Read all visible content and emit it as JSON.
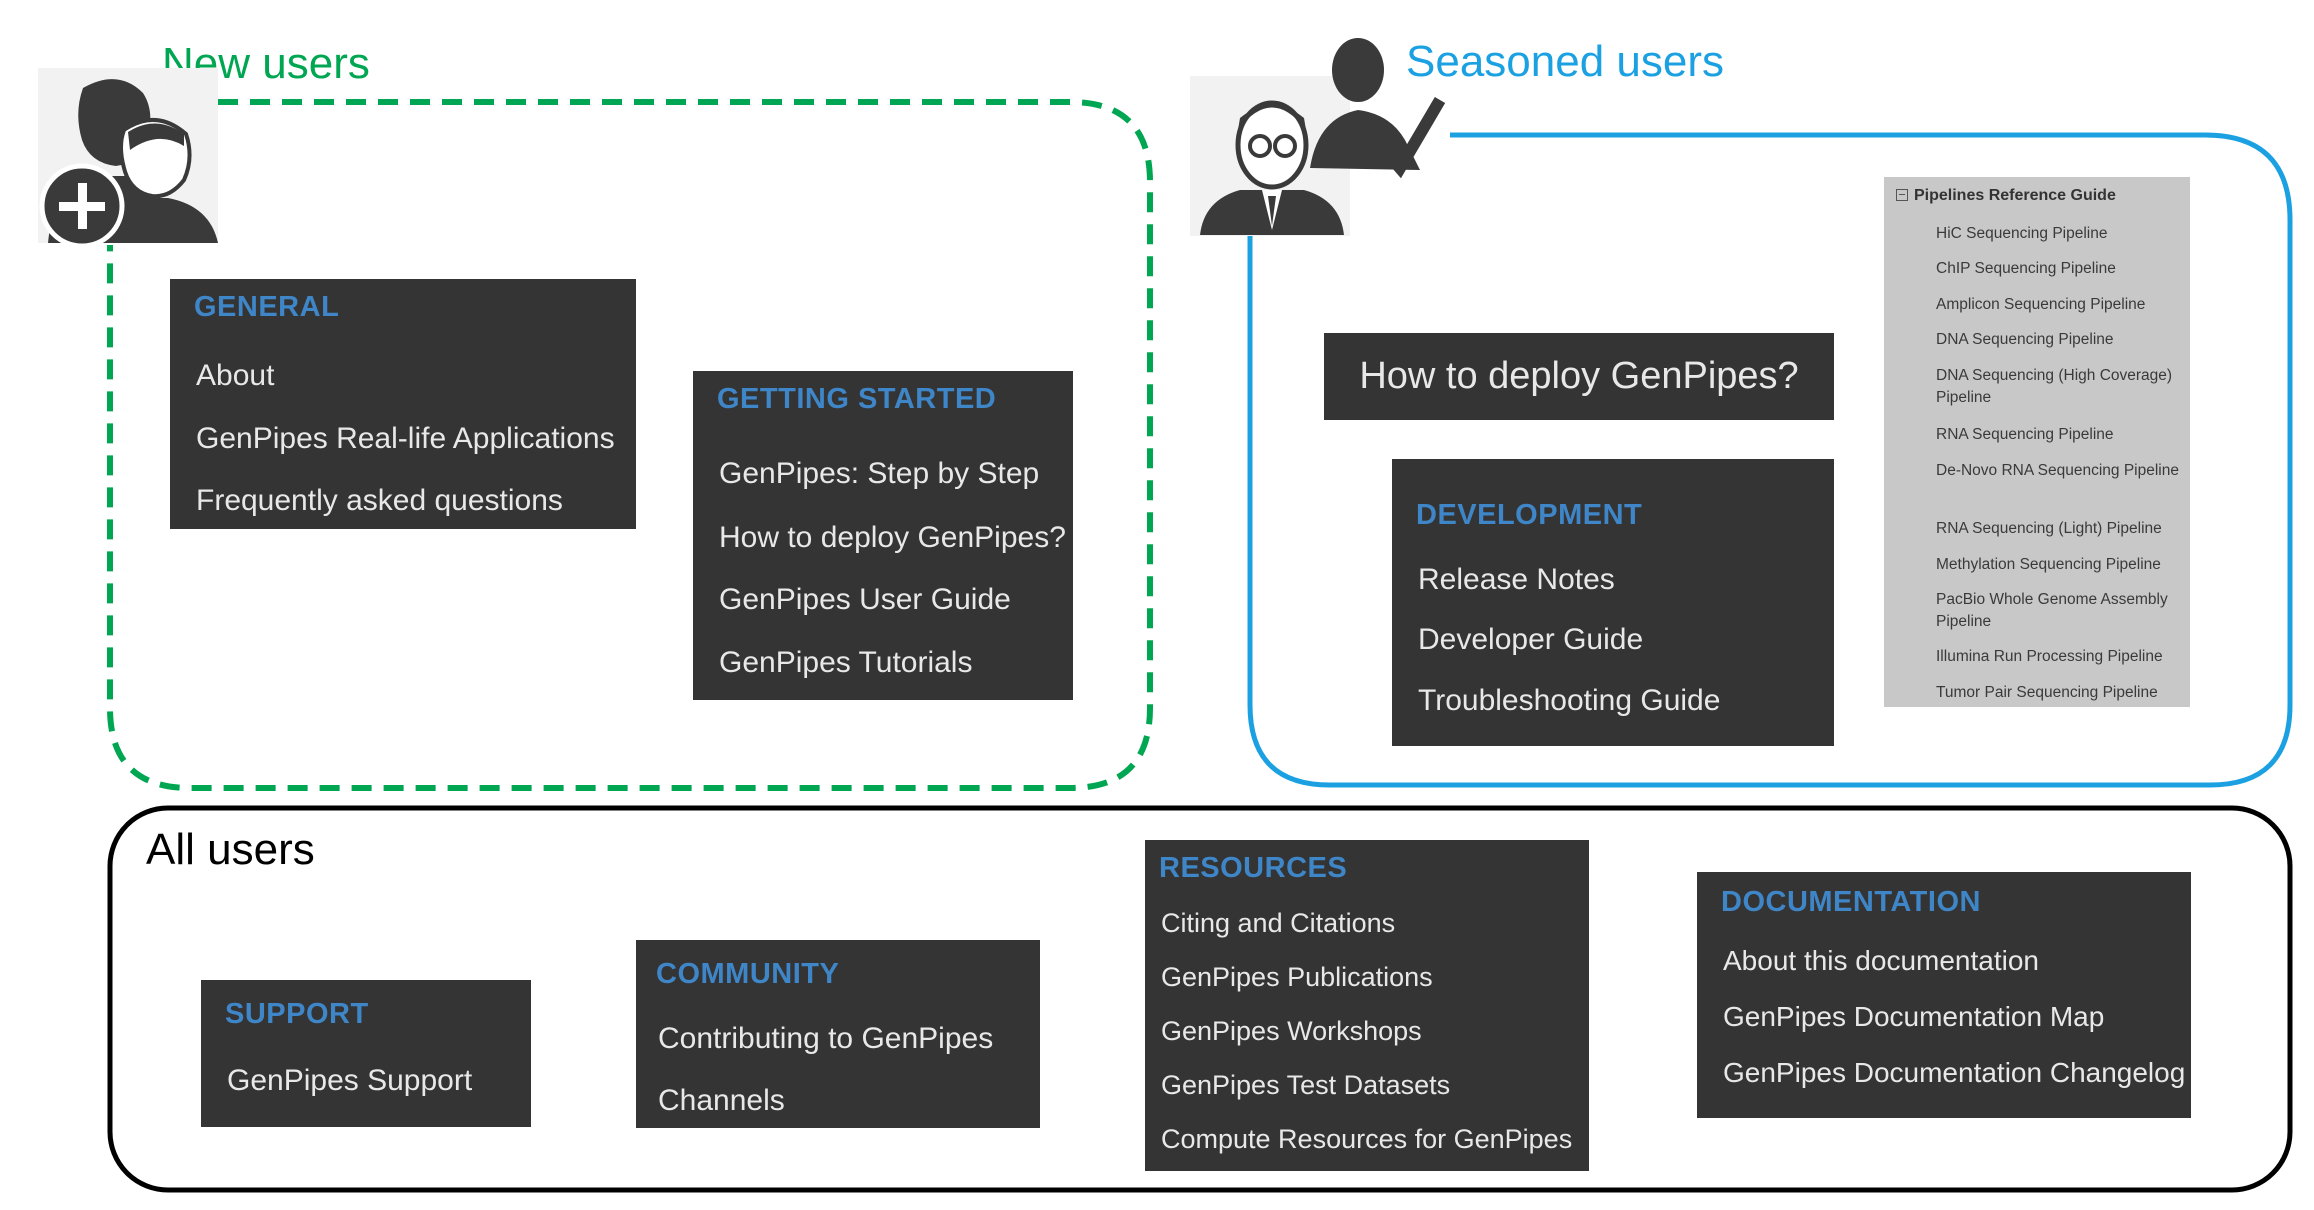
{
  "regions": {
    "new_users": {
      "title": "New users",
      "color": "#00a651"
    },
    "seasoned_users": {
      "title": "Seasoned users",
      "color": "#1ba1e2"
    },
    "all_users": {
      "title": "All users",
      "color": "#000000"
    }
  },
  "menus": {
    "general": {
      "header": "GENERAL",
      "items": [
        "About",
        "GenPipes Real-life Applications",
        "Frequently asked questions"
      ]
    },
    "getting_started": {
      "header": "GETTING STARTED",
      "items": [
        "GenPipes: Step by Step",
        "How to deploy GenPipes?",
        "GenPipes User Guide",
        "GenPipes Tutorials"
      ]
    },
    "deploy_caption": "How to deploy GenPipes?",
    "development": {
      "header": "DEVELOPMENT",
      "items": [
        "Release Notes",
        "Developer Guide",
        "Troubleshooting Guide"
      ]
    },
    "support": {
      "header": "SUPPORT",
      "items": [
        "GenPipes Support"
      ]
    },
    "community": {
      "header": "COMMUNITY",
      "items": [
        "Contributing to GenPipes",
        "Channels"
      ]
    },
    "resources": {
      "header": "RESOURCES",
      "items": [
        "Citing and Citations",
        "GenPipes Publications",
        "GenPipes Workshops",
        "GenPipes Test Datasets",
        "Compute Resources for GenPipes"
      ]
    },
    "documentation": {
      "header": "DOCUMENTATION",
      "items": [
        "About this documentation",
        "GenPipes Documentation Map",
        "GenPipes Documentation Changelog"
      ]
    }
  },
  "pipelines_guide": {
    "title": "Pipelines Reference Guide",
    "items": [
      "HiC Sequencing Pipeline",
      "ChIP Sequencing Pipeline",
      "Amplicon Sequencing Pipeline",
      "DNA Sequencing Pipeline",
      "DNA Sequencing (High Coverage) Pipeline",
      "RNA Sequencing Pipeline",
      "De-Novo RNA Sequencing Pipeline",
      "RNA Sequencing (Light) Pipeline",
      "Methylation Sequencing Pipeline",
      "PacBio Whole Genome Assembly Pipeline",
      "Illumina Run Processing Pipeline",
      "Tumor Pair Sequencing Pipeline"
    ]
  },
  "icons": {
    "new_users": "add-users-icon",
    "seasoned_users": "expert-users-icon"
  },
  "colors": {
    "menu_bg": "#343434",
    "menu_header": "#3e86c8",
    "menu_text": "#e8e8e8",
    "guide_bg": "#c8c8c8"
  }
}
